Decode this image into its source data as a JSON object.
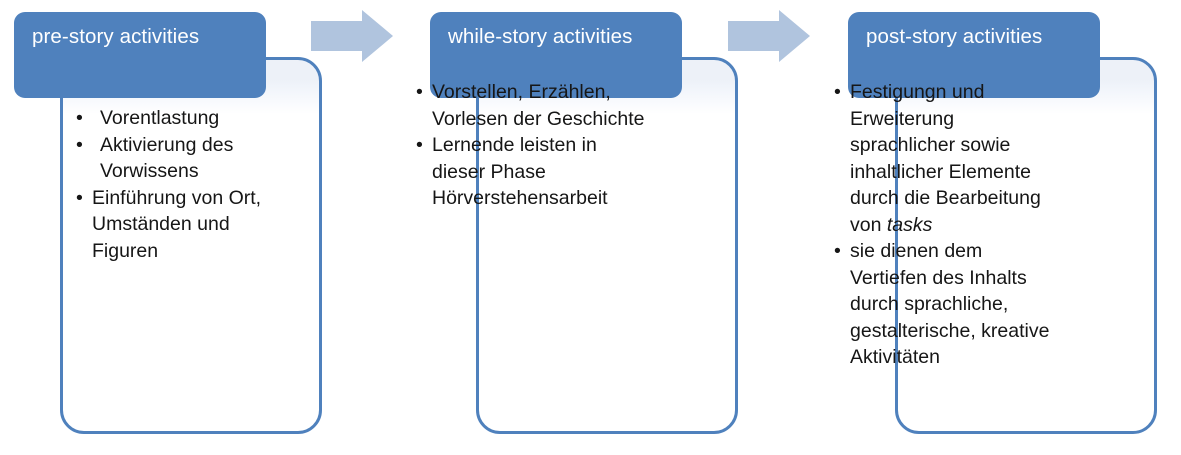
{
  "diagram": {
    "type": "process-flow",
    "title": "storytelling phases",
    "colors": {
      "header_fill": "#4F81BD",
      "header_text": "#FFFFFF",
      "body_border": "#4F81BD",
      "body_fill": "#FFFFFF",
      "body_tint": "#EDF1F8",
      "arrow_fill": "#B0C4DE",
      "bullet_text": "#161616",
      "page_background": "#FFFFFF"
    },
    "stages": [
      {
        "id": "pre-story",
        "header": "pre-story activities",
        "bullets": [
          {
            "text": "Vorentlastung",
            "wide_indent": true,
            "italic_tail": ""
          },
          {
            "text": "Aktivierung des Vorwissens",
            "wide_indent": true,
            "italic_tail": ""
          },
          {
            "text": "Einführung von Ort, Umständen und Figuren",
            "wide_indent": false,
            "italic_tail": ""
          }
        ]
      },
      {
        "id": "while-story",
        "header": "while-story activities",
        "bullets": [
          {
            "text": "Vorstellen, Erzählen, Vorlesen der Geschichte",
            "wide_indent": false,
            "italic_tail": ""
          },
          {
            "text": "Lernende leisten in dieser Phase Hörverstehensarbeit",
            "wide_indent": false,
            "italic_tail": ""
          }
        ]
      },
      {
        "id": "post-story",
        "header": "post-story activities",
        "bullets": [
          {
            "text": "Festigungn und Erweiterung sprachlicher sowie inhaltlicher Elemente durch die Bearbeitung von ",
            "wide_indent": false,
            "italic_tail": "tasks"
          },
          {
            "text": "sie dienen dem Vertiefen des Inhalts durch sprachliche, gestalterische, kreative Aktivitäten",
            "wide_indent": false,
            "italic_tail": ""
          }
        ]
      }
    ],
    "connectors": [
      {
        "id": "arrow-1",
        "icon": "right-arrow-icon",
        "from": "pre-story",
        "to": "while-story"
      },
      {
        "id": "arrow-2",
        "icon": "right-arrow-icon",
        "from": "while-story",
        "to": "post-story"
      }
    ]
  }
}
